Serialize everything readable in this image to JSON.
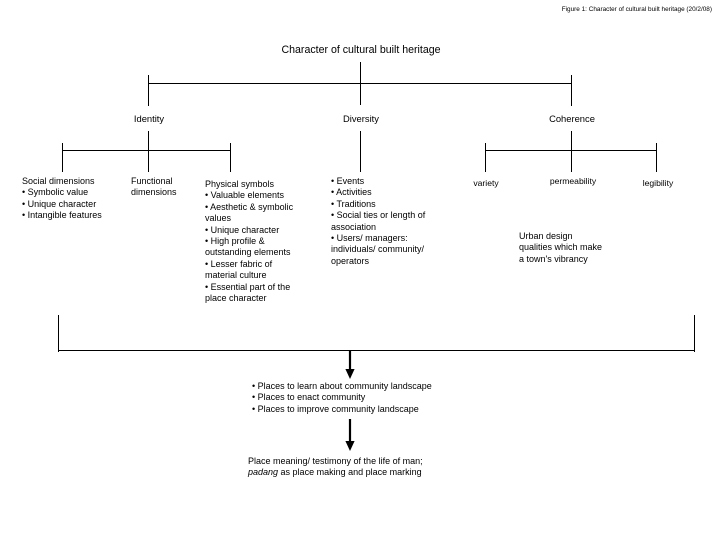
{
  "header": {
    "caption": "Figure 1: Character of cultural built heritage (20/2/08)"
  },
  "title": "Character of cultural built heritage",
  "branches": [
    {
      "label": "Identity"
    },
    {
      "label": "Diversity"
    },
    {
      "label": "Coherence"
    }
  ],
  "identity_children": [
    {
      "heading": "Social dimensions",
      "bullets": [
        "• Symbolic value",
        "• Unique character",
        "• Intangible features"
      ]
    },
    {
      "heading": "Functional\ndimensions",
      "bullets": []
    },
    {
      "heading": "Physical symbols",
      "bullets": [
        "• Valuable elements",
        "• Aesthetic & symbolic values",
        "• Unique character",
        "• High profile & outstanding elements",
        "• Lesser fabric of material culture",
        "• Essential part of the place character"
      ]
    }
  ],
  "diversity_children": {
    "bullets": [
      "• Events",
      "• Activities",
      "• Traditions",
      "• Social ties or length of association",
      "• Users/ managers: individuals/ community/ operators"
    ]
  },
  "coherence_children": [
    {
      "label": "variety"
    },
    {
      "label": "permeability"
    },
    {
      "label": "legibility"
    }
  ],
  "coherence_note": "Urban design\nqualities which make\na town's vibrancy",
  "outcomes": {
    "bullets": [
      "• Places to learn about community landscape",
      "• Places to enact community",
      "• Places to improve community landscape"
    ]
  },
  "conclusion": {
    "line1": "Place meaning/ testimony of the life of man;",
    "italic_word": "padang",
    "line2_rest": " as place making and place marking"
  },
  "colors": {
    "background": "#ffffff",
    "text": "#000000",
    "line": "#000000"
  }
}
